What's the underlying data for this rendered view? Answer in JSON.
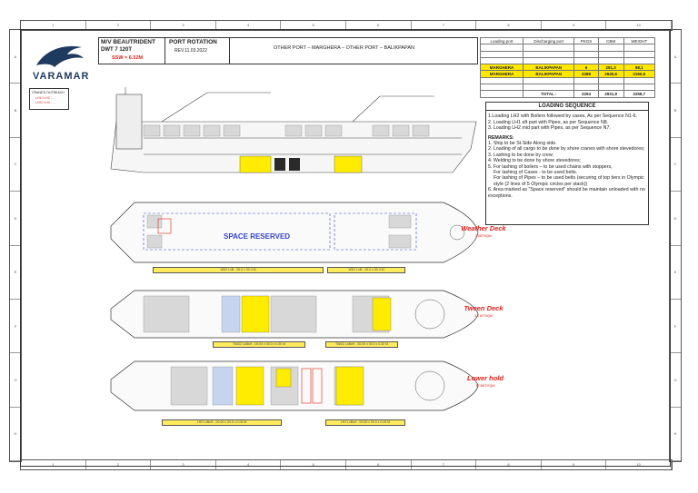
{
  "header": {
    "vessel_name": "M/V BEAUTRIDENT",
    "dwt": "DWT 7 120T",
    "ssw": "SSW = 6.52M",
    "rotation_title": "PORT ROTATION",
    "revision": "REV.11.03.2022",
    "port_route": "OTHER PORT – MARGHERA – OTHER PORT – BALIKPAPAN",
    "logo_text": "VARAMAR",
    "crane_outreach_label": "CRANE'S OUTREACH",
    "crane_lines": [
      "LH1 / LH2 - ...",
      "LH3 / LH4 - ..."
    ]
  },
  "load_table": {
    "columns": [
      "Loading port",
      "Discharging port",
      "PKGS",
      "CBM",
      "WEIGHT"
    ],
    "rows": [
      {
        "lp": "MARGHERA",
        "dp": "BALIKPAPAN",
        "pkgs": "6",
        "cbm": "291,3",
        "weight": "98,1",
        "highlight": true
      },
      {
        "lp": "MARGHERA",
        "dp": "BALIKPAPAN",
        "pkgs": "2288",
        "cbm": "2640,6",
        "weight": "2160,6",
        "highlight": true
      }
    ],
    "total_label": "TOTAL :",
    "total": {
      "pkgs": "2294",
      "cbm": "2931,9",
      "weight": "2258,7"
    }
  },
  "sequence": {
    "title": "LOADING SEQUENCE",
    "steps": [
      "1.Loading LH2 with Boilers followed by cases, As per Sequence N1-6.",
      "2. Loading LH1 aft part with Pipes, as per Sequence N8.",
      "3. Loading LH2 mid part with Pipes, as per Sequence N7."
    ],
    "remarks_title": "REMARKS:",
    "remarks": [
      "1. Ship to be St.Side Along side.",
      "2. Loading of all cargo to be done by shore cranes with shore stevedores;",
      "3. Lashing to be done by crew;",
      "4. Welding to be done by shore stevedores;",
      "5. For lashing of boilers – to be used chains with stoppers,",
      "For lashing of Cases - to be used belts.",
      "For lashing of Pipes – to be used belts (securing of top tiers in Olympic style (2 lines of 5 Olympic circles per stack))",
      "6. Area marked as \"Space reserved\" should be maintain unloaded with no exceptions."
    ]
  },
  "plans": {
    "space_reserved": "SPACE RESERVED",
    "weather_deck": "Weather Deck",
    "tween_deck": "Tween Deck",
    "lower_hold": "Lower hold",
    "weather_sub": "3.68T/SQM",
    "tween_sub": "3.0 MT/SQM",
    "lower_sub": "17.5MT/SQM",
    "bars": [
      "WD2 LxB - 00.0 x 00.0 M",
      "WD1 LxB - 00.0 x 00.0 M",
      "TWD2 LxBxH - 00.00 x 00.0 x 0.00 M",
      "TWD1 LxBxH - 00.00 x 00.0 x 0.00 M",
      "LH2 LxBxH - 00.00 x 00.0 x 0.00 M",
      "LH1 LxBxH - 00.00 x 00.0 x 0.00 M"
    ]
  },
  "ruler": {
    "cols": [
      "1",
      "2",
      "3",
      "4",
      "5",
      "6",
      "7",
      "8",
      "9",
      "10"
    ],
    "rows": [
      "A",
      "B",
      "C",
      "D",
      "E",
      "F",
      "G",
      "H"
    ]
  },
  "colors": {
    "accent_red": "#e0221b",
    "cargo_yellow": "#ffec00",
    "reserved_blue": "#3344cc"
  }
}
